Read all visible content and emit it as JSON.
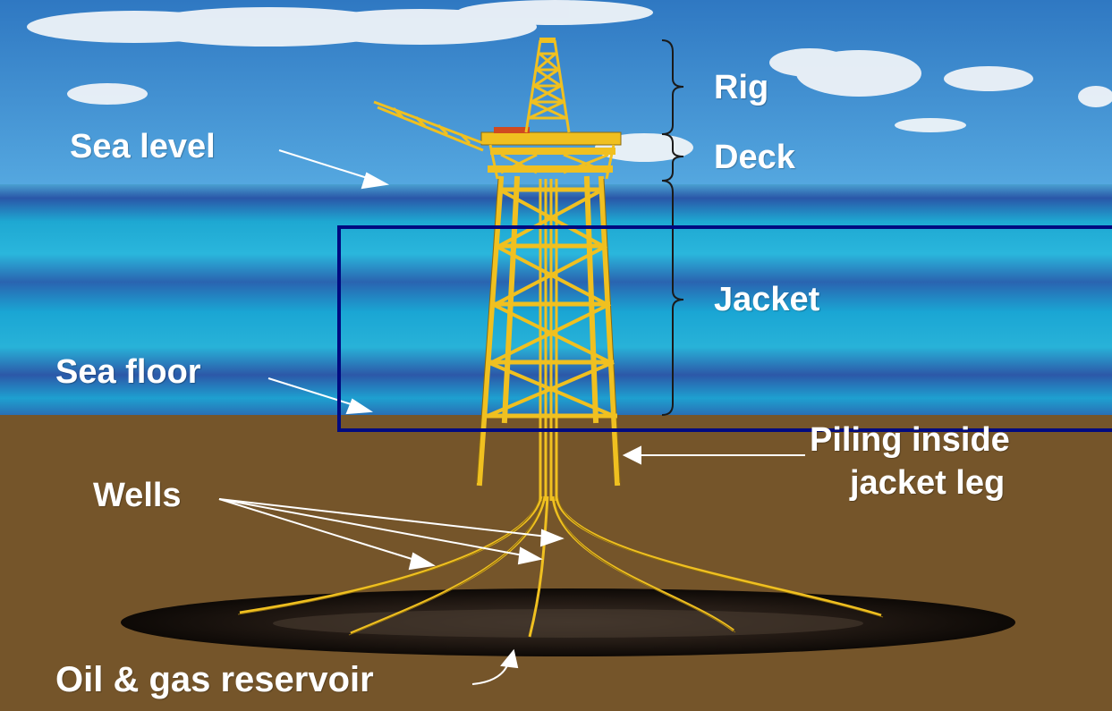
{
  "diagram": {
    "labels": {
      "rig": "Rig",
      "deck": "Deck",
      "jacket": "Jacket",
      "sea_level": "Sea level",
      "sea_floor": "Sea floor",
      "piling_line1": "Piling inside",
      "piling_line2": "jacket leg",
      "wells": "Wells",
      "reservoir": "Oil & gas reservoir"
    },
    "colors": {
      "sky": "#3a8fd0",
      "sea_dark": "#2a57a8",
      "sea_light": "#20aad2",
      "seabed": "#75552a",
      "structure": "#f0c020",
      "structure_outline": "#8a6a10",
      "reservoir": "#1b1410",
      "highlight_box": "#000a80",
      "label_text": "#ffffff"
    }
  }
}
